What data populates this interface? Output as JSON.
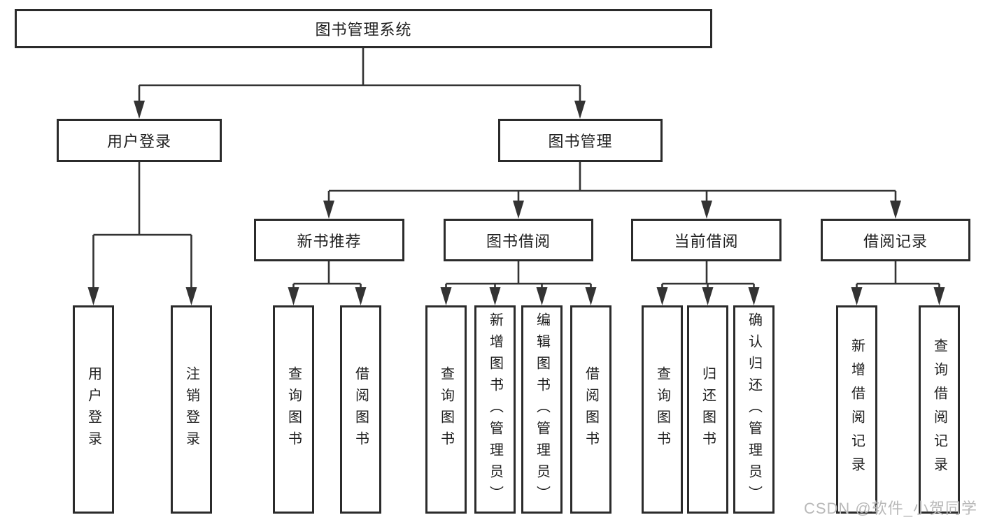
{
  "tree": {
    "label": "图书管理系统",
    "children": [
      {
        "label": "用户登录",
        "children": [
          {
            "label": "用户登录"
          },
          {
            "label": "注销登录"
          }
        ]
      },
      {
        "label": "图书管理",
        "children": [
          {
            "label": "新书推荐",
            "children": [
              {
                "label": "查询图书"
              },
              {
                "label": "借阅图书"
              }
            ]
          },
          {
            "label": "图书借阅",
            "children": [
              {
                "label": "查询图书"
              },
              {
                "label": "新增图书（管理员）"
              },
              {
                "label": "编辑图书（管理员）"
              },
              {
                "label": "借阅图书"
              }
            ]
          },
          {
            "label": "当前借阅",
            "children": [
              {
                "label": "查询图书"
              },
              {
                "label": "归还图书"
              },
              {
                "label": "确认归还（管理员）"
              }
            ]
          },
          {
            "label": "借阅记录",
            "children": [
              {
                "label": "新增借阅记录"
              },
              {
                "label": "查询借阅记录"
              }
            ]
          }
        ]
      }
    ]
  },
  "watermark": "CSDN @软件_小贺同学",
  "colors": {
    "line": "#333333",
    "border": "#2b2b2b",
    "text": "#1e1e1e",
    "watermark": "#b9b9b9",
    "bg": "#ffffff"
  }
}
